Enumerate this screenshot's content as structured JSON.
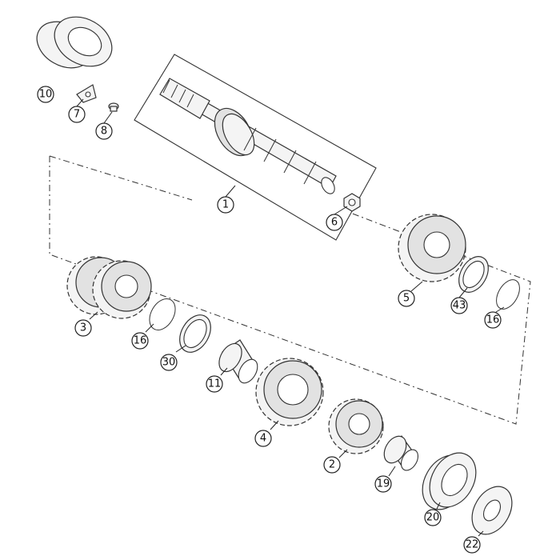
{
  "labels": [
    "10",
    "7",
    "8",
    "1",
    "6",
    "5",
    "43",
    "16",
    "3",
    "16",
    "30",
    "11",
    "4",
    "2",
    "19",
    "20",
    "22"
  ]
}
